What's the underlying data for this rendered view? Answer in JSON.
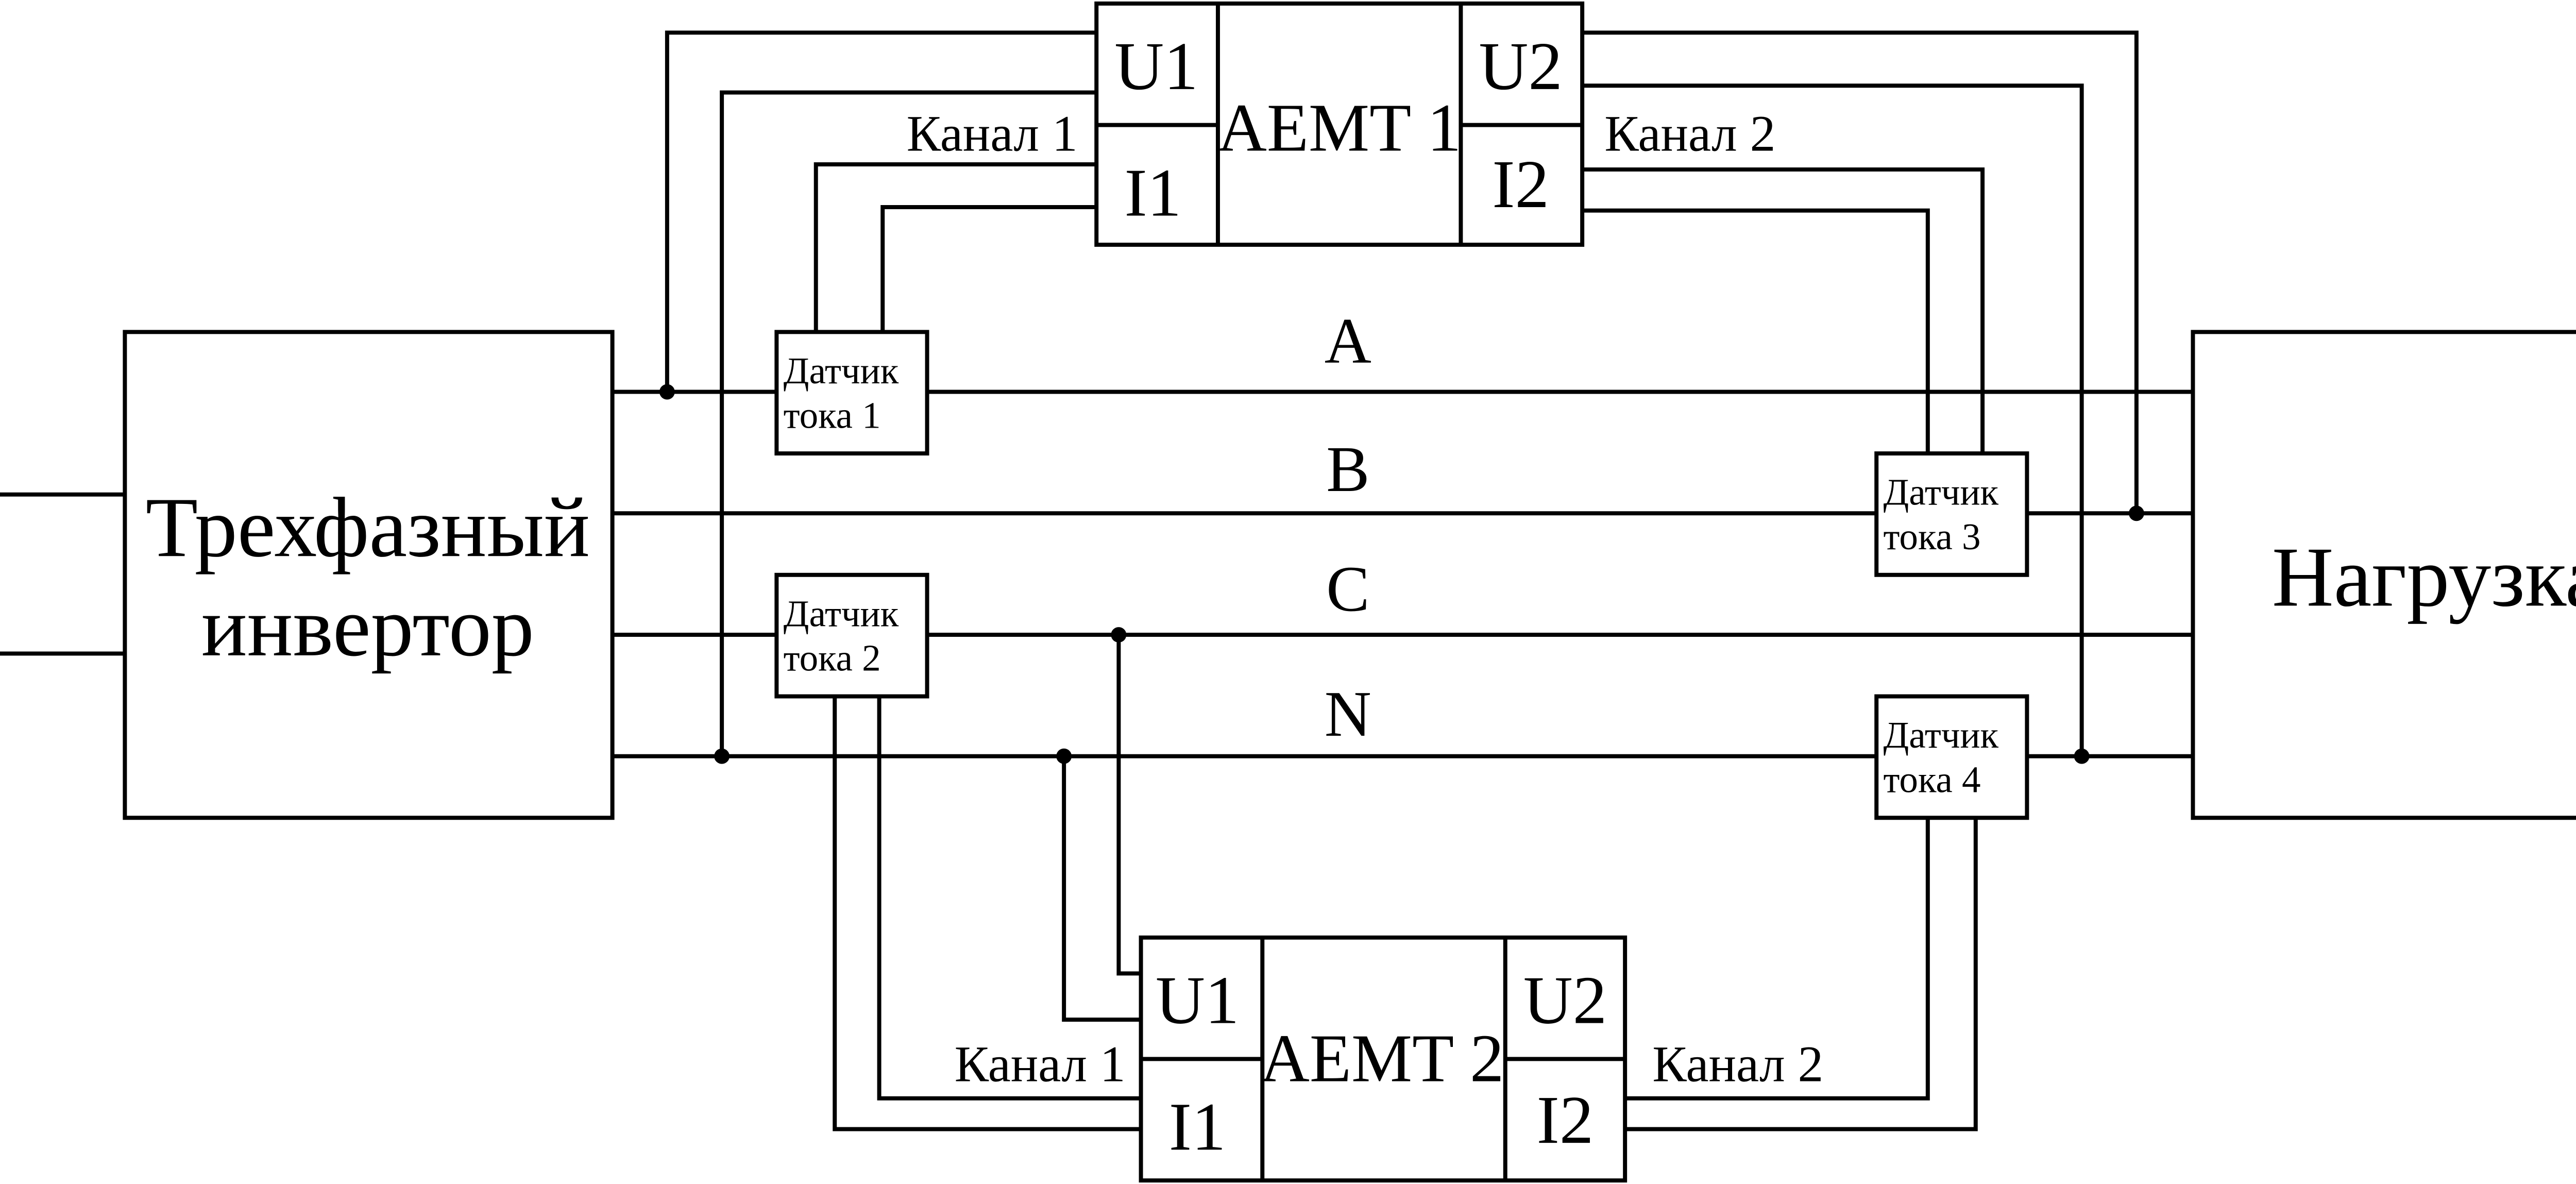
{
  "blocks": {
    "inverter": {
      "line1": "Трехфазный",
      "line2": "инвертор"
    },
    "load": {
      "label": "Нагрузка"
    },
    "aemt1": {
      "label": "AEMT 1",
      "u1": "U1",
      "i1": "I1",
      "u2": "U2",
      "i2": "I2",
      "channel1": "Канал 1",
      "channel2": "Канал 2"
    },
    "aemt2": {
      "label": "AEMT 2",
      "u1": "U1",
      "i1": "I1",
      "u2": "U2",
      "i2": "I2",
      "channel1": "Канал 1",
      "channel2": "Канал 2"
    },
    "sensors": [
      {
        "line1": "Датчик",
        "line2": "тока 1"
      },
      {
        "line1": "Датчик",
        "line2": "тока 2"
      },
      {
        "line1": "Датчик",
        "line2": "тока 3"
      },
      {
        "line1": "Датчик",
        "line2": "тока 4"
      }
    ]
  },
  "phases": [
    "A",
    "B",
    "C",
    "N"
  ]
}
